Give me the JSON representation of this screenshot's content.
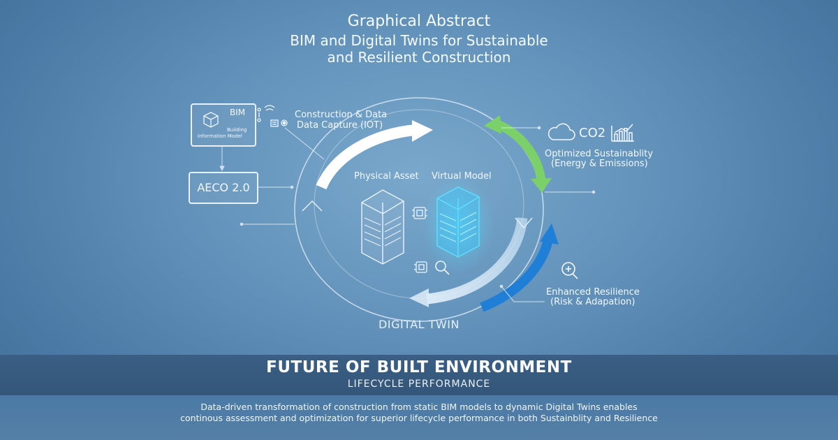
{
  "header": {
    "line1": "Graphical Abstract",
    "line2": "BIM and Digital Twins for Sustainable",
    "line3": "and Resilient Construction"
  },
  "bim_box": {
    "title": "BIM",
    "subtitle_line1": "Building",
    "subtitle_line2": "Information Model"
  },
  "aeco_label": "AECO 2.0",
  "capture": {
    "line1": "Construction & Data",
    "line2": "Data Capture (IOT)"
  },
  "physical_label": "Physical Asset",
  "virtual_label": "Virtual Model",
  "co2_label": "CO2",
  "sustainability": {
    "line1": "Optimized Sustainablity",
    "line2": "(Energy & Emissions)"
  },
  "resilience": {
    "line1": "Enhanced Resilience",
    "line2": "(Risk & Adapation)"
  },
  "digital_twin_label": "DIGITAL TWIN",
  "footer": {
    "heading": "FUTURE OF BUILT ENVIRONMENT",
    "subheading": "LIFECYCLE PERFORMANCE",
    "caption_line1": "Data-driven transformation of construction from static BIM models to dynamic Digital Twins enables",
    "caption_line2": "continous assessment and optimization for superior lifecycle performance in both Sustainblity and Resilience"
  },
  "colors": {
    "background": "#5f8fb8",
    "green_arrow": "#7bd06a",
    "blue_arrow": "#1f7fd6",
    "virtual_model_glow": "#37c8ff",
    "footer_band": "#34567a"
  },
  "icons": [
    "building-icon",
    "iot-icon",
    "cloud-icon",
    "bar-chart-icon",
    "magnifier-icon",
    "chip-icon",
    "sparkle-icon"
  ]
}
